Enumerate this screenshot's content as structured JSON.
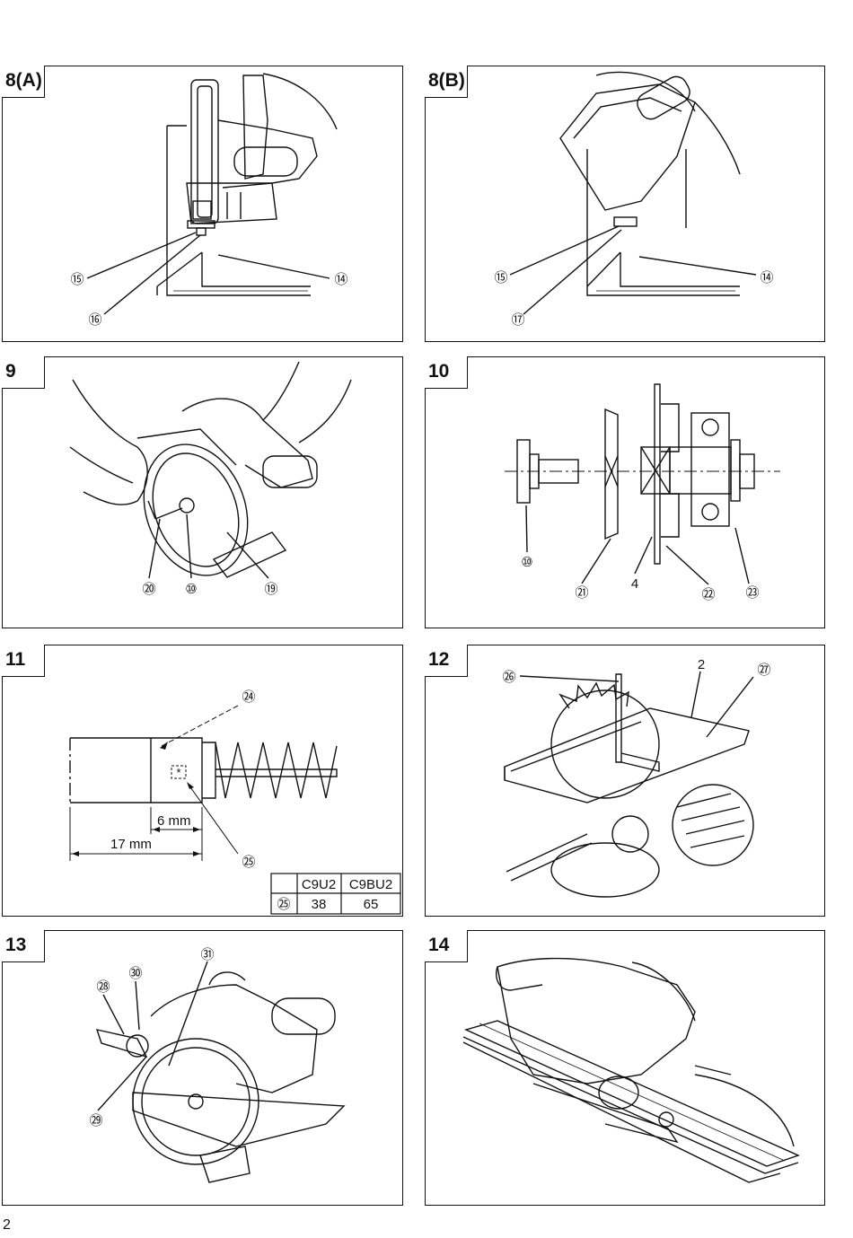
{
  "page_number": "2",
  "figures": {
    "fig8a": {
      "label": "8(A)",
      "callouts": [
        "⑮",
        "⑯",
        "⑭"
      ]
    },
    "fig8b": {
      "label": "8(B)",
      "callouts": [
        "⑮",
        "⑰",
        "⑭"
      ]
    },
    "fig9": {
      "label": "9",
      "callouts": [
        "⑳",
        "⑩",
        "⑲"
      ]
    },
    "fig10": {
      "label": "10",
      "callouts": [
        "⑩",
        "㉑",
        "4",
        "㉒",
        "㉓"
      ]
    },
    "fig11": {
      "label": "11",
      "callouts": [
        "㉔",
        "㉕"
      ],
      "dimensions": [
        "6 mm",
        "17 mm"
      ],
      "marker": "*",
      "table": {
        "headers": [
          "",
          "C9U2",
          "C9BU2"
        ],
        "rows": [
          [
            "㉕",
            "38",
            "65"
          ]
        ]
      }
    },
    "fig12": {
      "label": "12",
      "callouts": [
        "㉖",
        "2",
        "㉗"
      ]
    },
    "fig13": {
      "label": "13",
      "callouts": [
        "㉘",
        "㉚",
        "㉛",
        "㉙"
      ]
    },
    "fig14": {
      "label": "14"
    }
  }
}
